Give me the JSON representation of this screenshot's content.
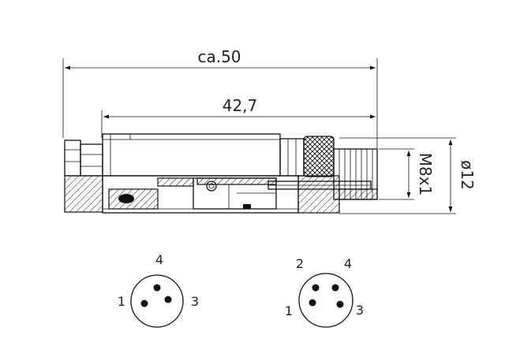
{
  "dimensions": {
    "overall_length": "ca.50",
    "body_length": "42,7",
    "thread": "M8x1",
    "diameter": "ø12"
  },
  "pinouts": [
    {
      "labels": [
        "4",
        "1",
        "3"
      ]
    },
    {
      "labels": [
        "2",
        "4",
        "1",
        "3"
      ]
    }
  ]
}
